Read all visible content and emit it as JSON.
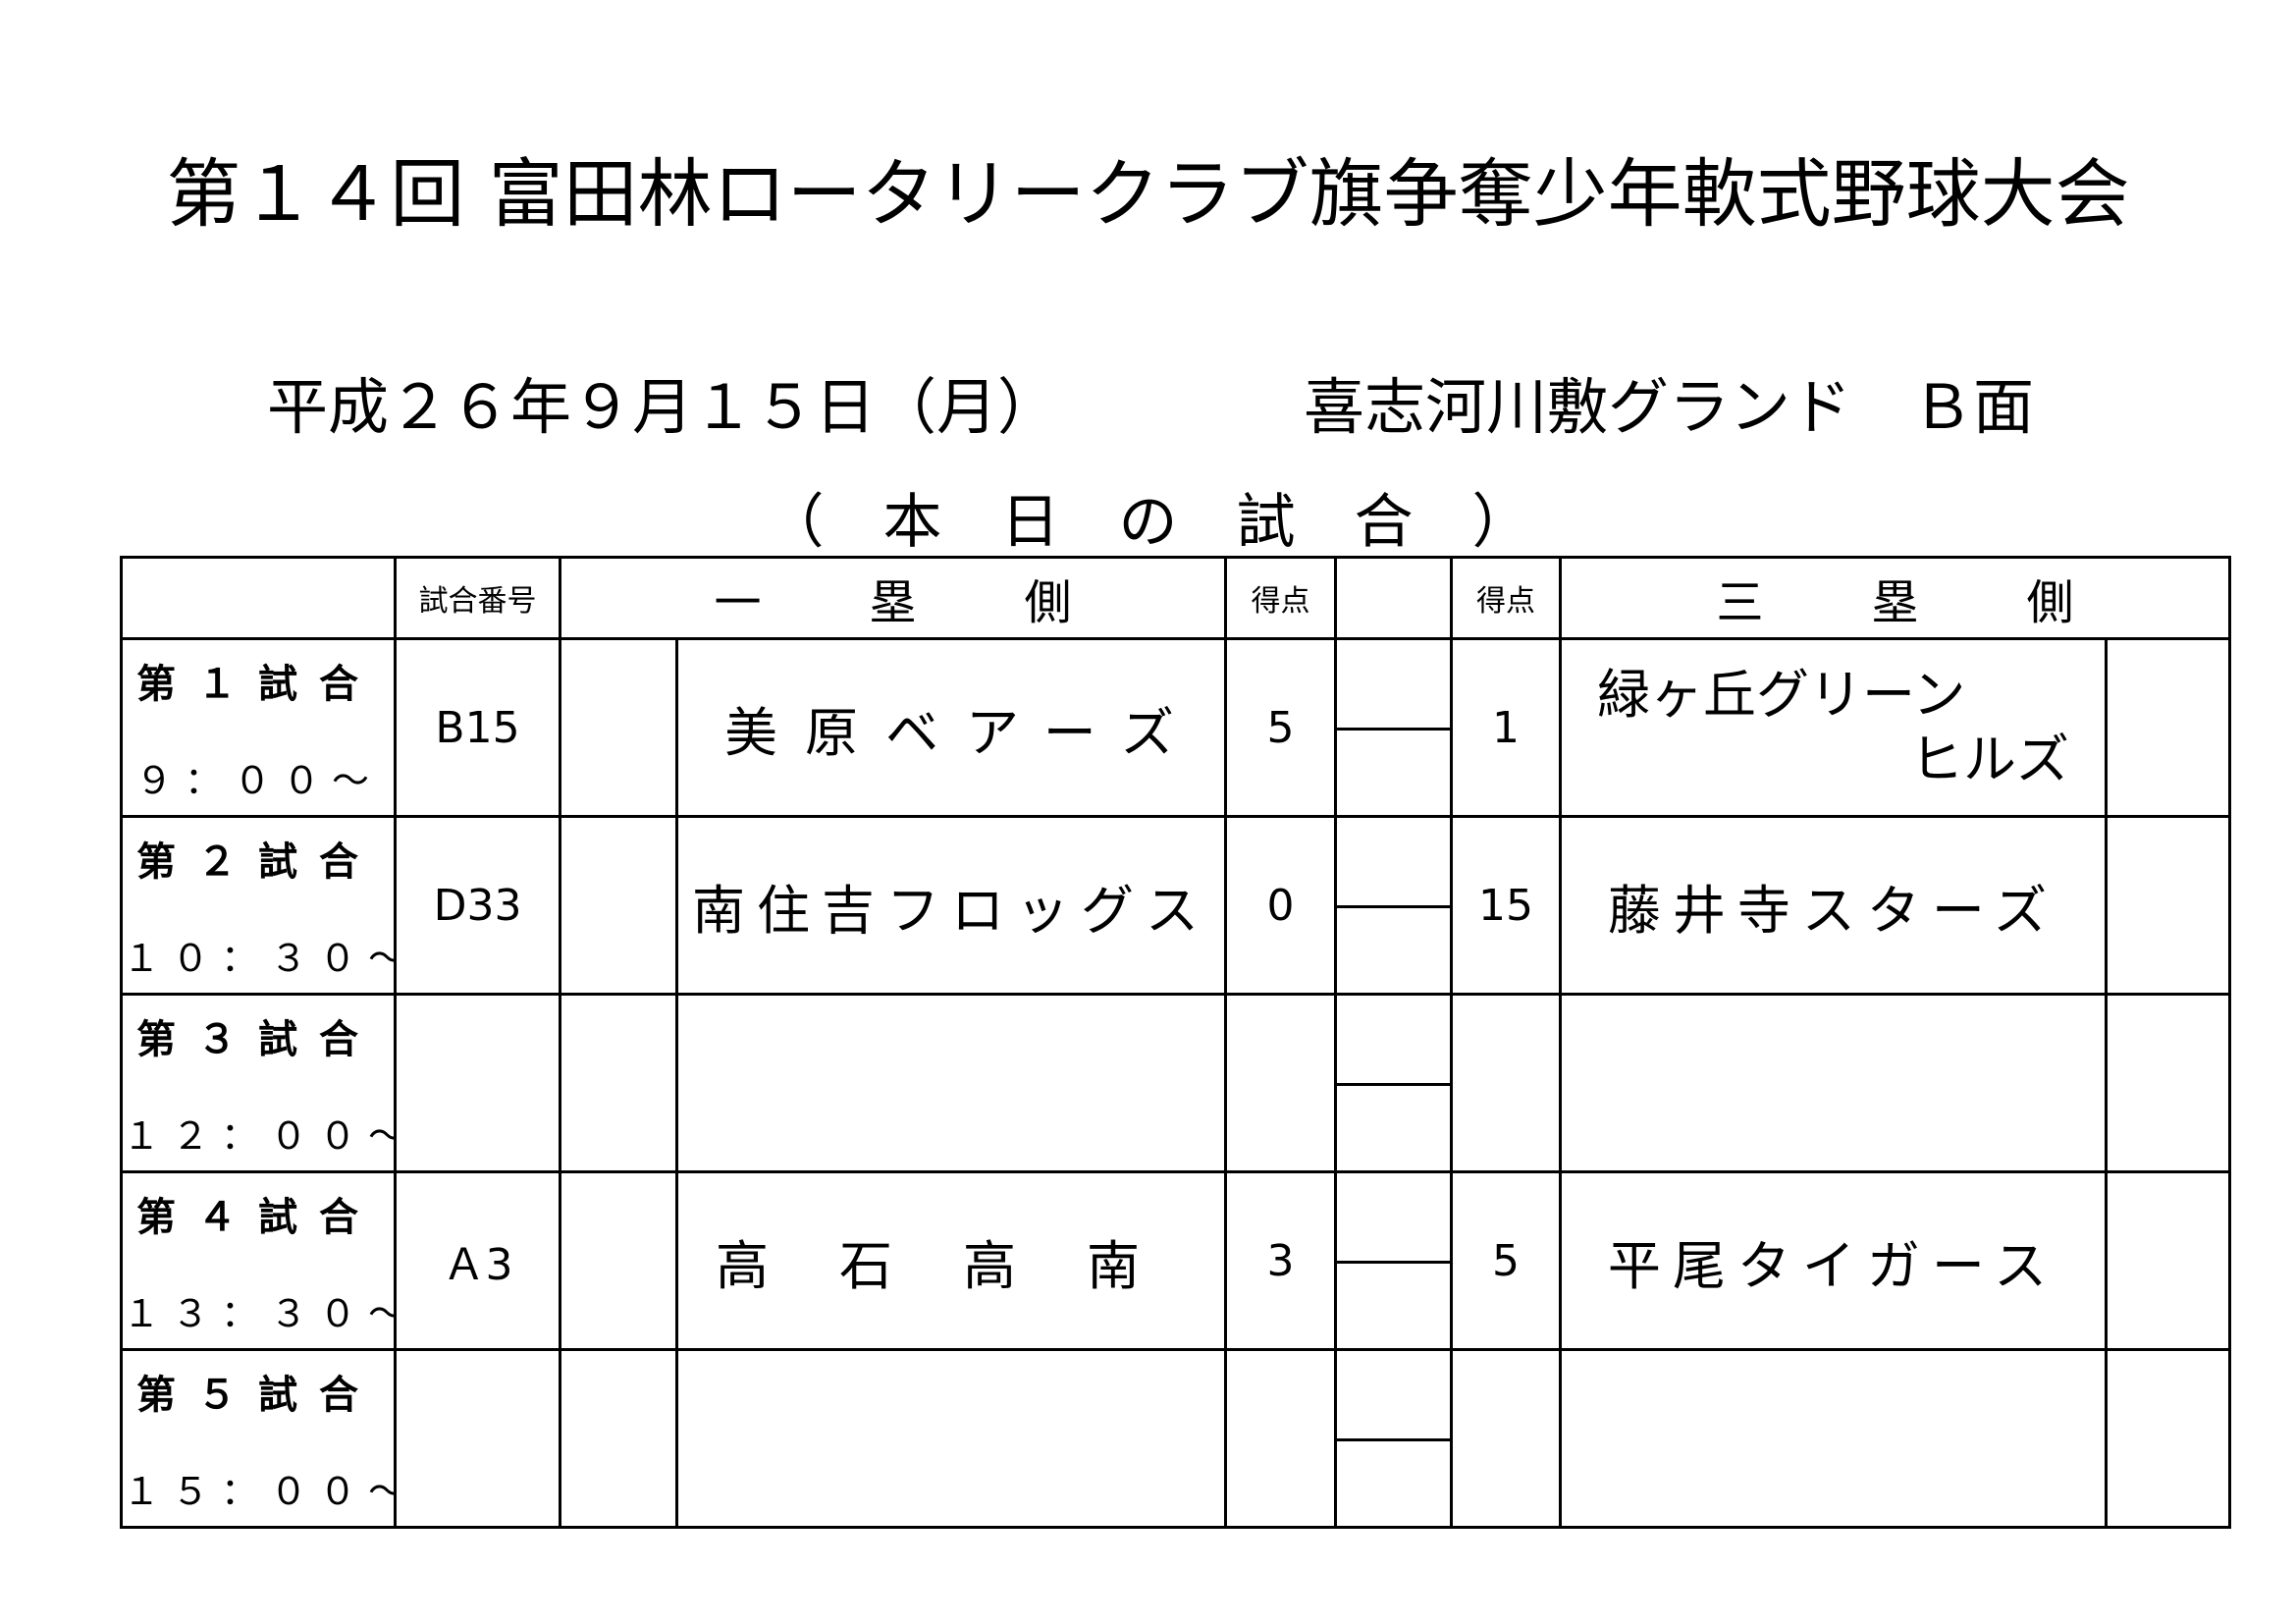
{
  "title": "第１４回 富田林ロータリークラブ旗争奪少年軟式野球大会",
  "date": "平成２６年９月１５日（月）",
  "venue": "喜志河川敷グランド　Ｂ面",
  "subtitle": "（　本　日　の　試　合　）",
  "headers": {
    "match_no": "試合番号",
    "first_base_side": "一塁側",
    "score": "得点",
    "third_base_side": "三塁側"
  },
  "games": [
    {
      "label": "第１試合",
      "time": "９：００～",
      "match_no": "B15",
      "team1": "美原ベアーズ",
      "score1": "5",
      "score2": "1",
      "team2_line1": "緑ヶ丘グリーン",
      "team2_line2": "ヒルズ"
    },
    {
      "label": "第２試合",
      "time": "１０：３０～",
      "match_no": "D33",
      "team1": "南住吉フロッグス",
      "score1": "0",
      "score2": "15",
      "team2": "藤井寺スターズ"
    },
    {
      "label": "第３試合",
      "time": "１２：００～",
      "match_no": "",
      "team1": "",
      "score1": "",
      "score2": "",
      "team2": ""
    },
    {
      "label": "第４試合",
      "time": "１３：３０～",
      "match_no": "Ａ3",
      "team1": "高石高南",
      "score1": "3",
      "score2": "5",
      "team2": "平尾タイガース"
    },
    {
      "label": "第５試合",
      "time": "１５：００～",
      "match_no": "",
      "team1": "",
      "score1": "",
      "score2": "",
      "team2": ""
    }
  ]
}
